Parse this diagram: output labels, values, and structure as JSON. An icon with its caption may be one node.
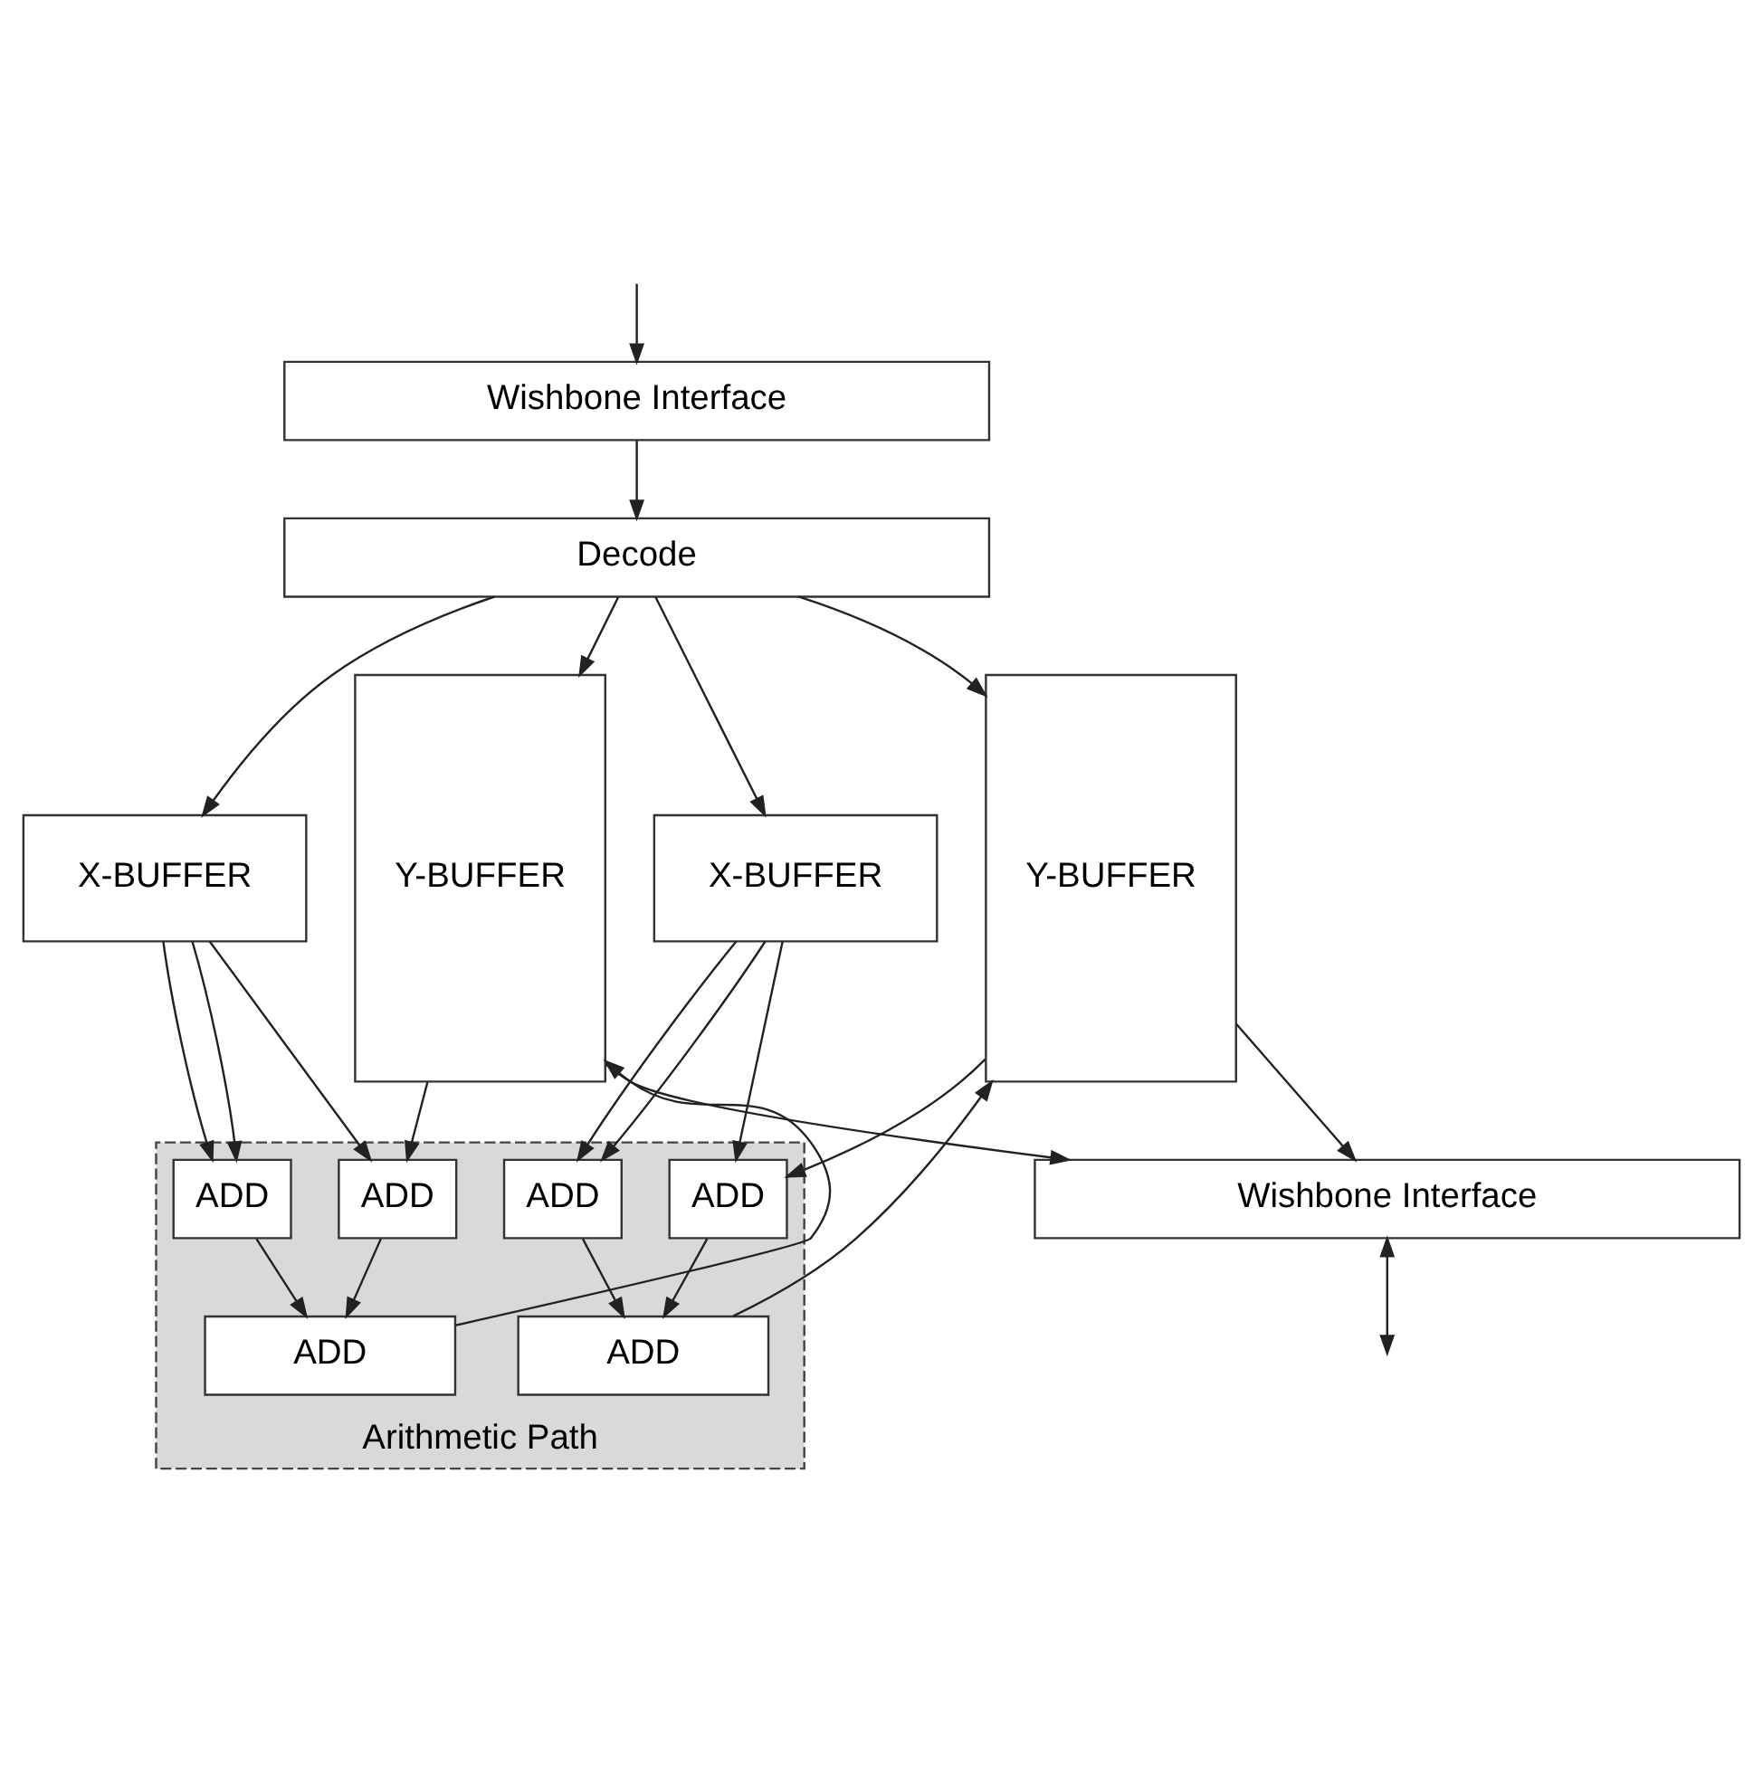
{
  "diagram": {
    "nodes": [
      {
        "text": [
          "Wishbone Interface"
        ]
      },
      {
        "text": [
          "Decode"
        ]
      },
      {
        "text": [
          "X-BUFFER"
        ]
      },
      {
        "text": [
          "X-BUFFER"
        ]
      },
      {
        "text": [
          "Y-BUFFER"
        ]
      },
      {
        "text": [
          "Arithmetic Path"
        ]
      },
      {
        "text": [
          "ADD"
        ],
        "in": 5
      },
      {
        "text": [
          "ADD"
        ],
        "in": 5
      },
      {
        "text": [
          "ADD"
        ],
        "in": 5
      },
      {
        "text": [
          "ADD"
        ],
        "in": 5
      },
      {
        "text": [
          "ADD"
        ],
        "in": 5
      },
      {
        "text": [
          "ADD"
        ],
        "in": 5
      },
      {
        "text": [
          "Y-BUFFER"
        ]
      },
      {
        "text": [
          "Wishbone Interface"
        ]
      }
    ],
    "edges": [
      {
        "from": null,
        "to": 0,
        "arrow": "to"
      },
      {
        "from": 0,
        "to": 1,
        "arrow": "to"
      },
      {
        "from": 1,
        "to": 4,
        "arrow": "to"
      },
      {
        "from": 1,
        "to": 2,
        "arrow": "to"
      },
      {
        "from": 1,
        "to": 3,
        "arrow": "to"
      },
      {
        "from": 1,
        "to": 12,
        "arrow": "to"
      },
      {
        "from": 4,
        "to": 6,
        "arrow": "to"
      },
      {
        "from": 2,
        "to": 6,
        "arrow": "to"
      },
      {
        "from": 2,
        "to": 7,
        "arrow": "to"
      },
      {
        "from": 2,
        "to": 7,
        "arrow": "to"
      },
      {
        "from": 3,
        "to": 8,
        "arrow": "to"
      },
      {
        "from": 3,
        "to": 8,
        "arrow": "to"
      },
      {
        "from": 3,
        "to": 9,
        "arrow": "to"
      },
      {
        "from": 12,
        "to": 9,
        "arrow": "to"
      },
      {
        "from": 6,
        "to": 10,
        "arrow": "to"
      },
      {
        "from": 7,
        "to": 10,
        "arrow": "to"
      },
      {
        "from": 8,
        "to": 11,
        "arrow": "to"
      },
      {
        "from": 9,
        "to": 11,
        "arrow": "to"
      },
      {
        "from": 10,
        "to": 4,
        "arrow": "to"
      },
      {
        "from": 11,
        "to": 12,
        "arrow": "to"
      },
      {
        "from": 4,
        "to": 13,
        "arrow": "to"
      },
      {
        "from": 12,
        "to": 13,
        "arrow": "to"
      },
      {
        "from": 13,
        "to": null,
        "arrow": "both"
      }
    ]
  }
}
